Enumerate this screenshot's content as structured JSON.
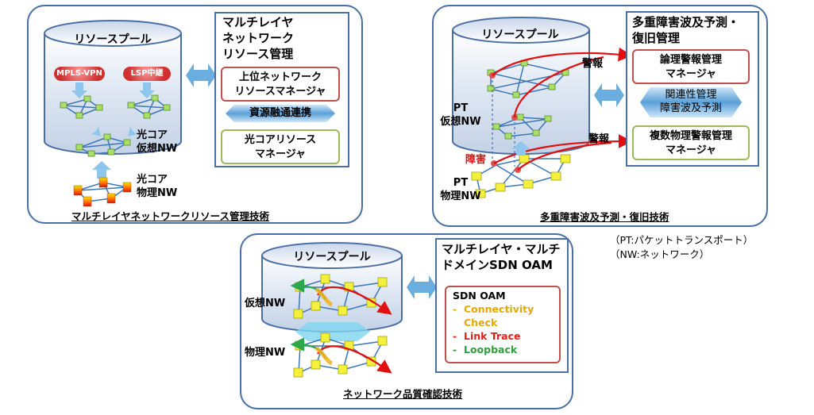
{
  "panel1": {
    "pool_label": "リソースプール",
    "pill_mpls": "MPLS-VPN",
    "pill_lsp": "LSP中継",
    "virtual_label": "光コア\n仮想NW",
    "physical_label": "光コア\n物理NW",
    "box_title": "マルチレイヤ\nネットワーク\nリソース管理",
    "upper_manager": "上位ネットワーク\nリソースマネージャ",
    "link_label": "資源融通連携",
    "lower_manager": "光コアリソース\nマネージャ",
    "caption": "マルチレイヤネットワークリソース管理技術"
  },
  "panel2": {
    "pool_label": "リソースプール",
    "pt_virtual": "PT\n仮想NW",
    "pt_physical": "PT\n物理NW",
    "fault_label": "障害",
    "alarm1": "警報",
    "alarm2": "警報",
    "box_title": "多重障害波及予測・\n復旧管理",
    "logical_manager": "論理警報管理\nマネージャ",
    "relation_label": "関連性管理\n障害波及予測",
    "physical_manager": "複数物理警報管理\nマネージャ",
    "caption": "多重障害波及予測・復旧技術"
  },
  "notes": {
    "line1": "（PT:パケットトランスポート）",
    "line2": "（NW:ネットワーク）"
  },
  "panel3": {
    "pool_label": "リソースプール",
    "virtual_label": "仮想NW",
    "physical_label": "物理NW",
    "box_title": "マルチレイヤ・マルチ\nドメインSDN OAM",
    "oam_title": "SDN OAM",
    "oam_items": [
      {
        "prefix": "-",
        "text": "Connectivity\nCheck",
        "color": "#e6a800"
      },
      {
        "prefix": "-",
        "text": "Link Trace",
        "color": "#e02020"
      },
      {
        "prefix": "-",
        "text": "Loopback",
        "color": "#2e9e3e"
      }
    ],
    "caption": "ネットワーク品質確認技術"
  },
  "colors": {
    "panel_border": "#4a6fa5",
    "node_yellow": "#f5f03c",
    "node_green": "#a8e06a",
    "link_blue": "#3a76b8",
    "manager_red": "#c0504d",
    "manager_green": "#9bbb59"
  }
}
